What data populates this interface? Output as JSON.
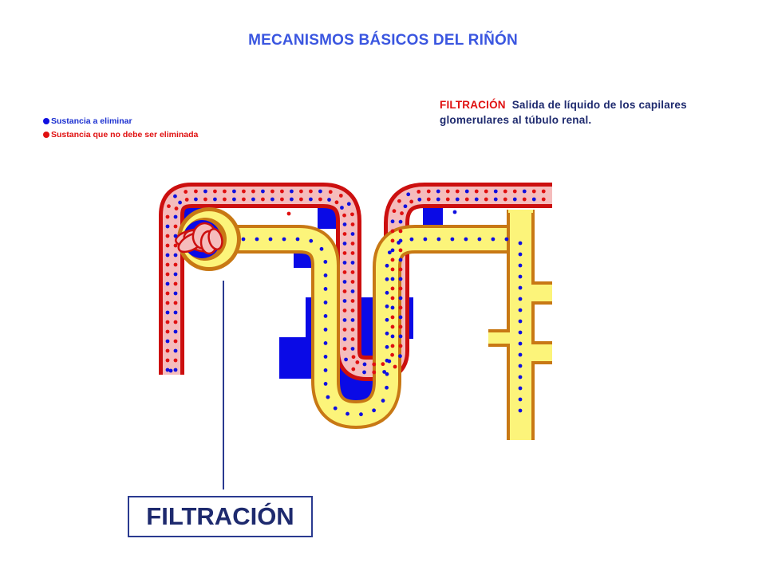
{
  "title": "MECANISMOS BÁSICOS DEL RIÑÓN",
  "description": {
    "term": "FILTRACIÓN",
    "text": "Salida de líquido de los capilares glomerulares al túbulo renal."
  },
  "legend": [
    {
      "label": "Sustancia a eliminar",
      "color": "#1010e0"
    },
    {
      "label": "Sustancia que no debe ser eliminada",
      "color": "#e01010"
    }
  ],
  "process_label": "FILTRACIÓN",
  "colors": {
    "capillary_wall": "#cc0f0f",
    "capillary_fill": "#f5bcbc",
    "tubule_wall": "#c87814",
    "tubule_fill": "#fcf47a",
    "interstitium": "#0a0ae6",
    "solute_eliminate": "#1010e0",
    "solute_retain": "#e01010"
  }
}
